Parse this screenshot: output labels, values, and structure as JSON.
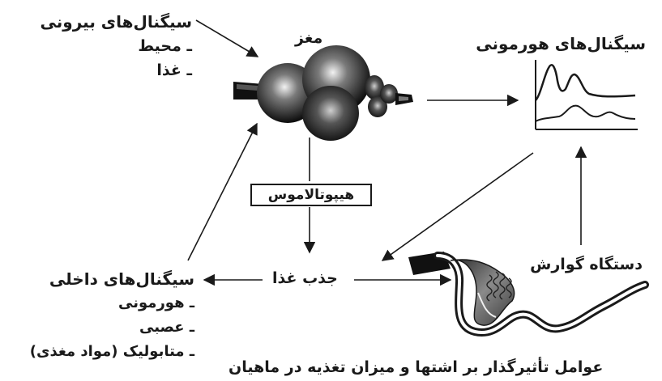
{
  "external_signals": {
    "title": "سیگنال‌های بیرونی",
    "items": [
      "ـ محیط",
      "ـ غذا"
    ]
  },
  "brain_label": "مغز",
  "hormonal_signals_label": "سیگنال‌های هورمونی",
  "hypothalamus_label": "هیپوتالاموس",
  "food_intake_label": "جذب غذا",
  "digestive_system_label": "دستگاه گوارش",
  "internal_signals": {
    "title": "سیگنال‌های داخلی",
    "items": [
      "ـ هورمونی",
      "ـ عصبی",
      "ـ متابولیک (مواد مغذی)"
    ]
  },
  "caption": "عوامل تأثیرگذار بر اشتها و میزان تغذیه در ماهیان"
}
